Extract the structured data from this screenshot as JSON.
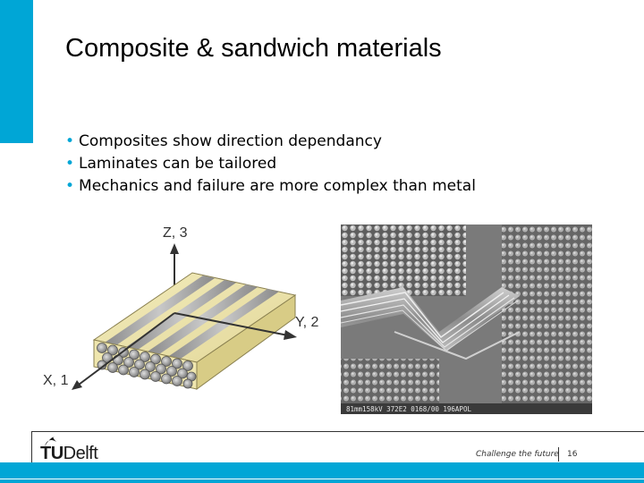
{
  "slide": {
    "title": "Composite & sandwich materials",
    "bullets": [
      "Composites show direction dependancy",
      "Laminates can be tailored",
      "Mechanics and failure are more complex than metal"
    ],
    "bullet_symbol": "•"
  },
  "diagram": {
    "axis_z": "Z, 3",
    "axis_y": "Y, 2",
    "axis_x": "X, 1"
  },
  "micrograph": {
    "caption": "81mm158kV 372E2 0168/00 196APOL"
  },
  "footer": {
    "logo_tu": "TU",
    "logo_delft": "Delft",
    "tagline": "Challenge the future",
    "page_number": "16"
  },
  "colors": {
    "accent": "#00a6d6",
    "matrix": "#ece3a8",
    "fiber": "#a0a0a0"
  }
}
